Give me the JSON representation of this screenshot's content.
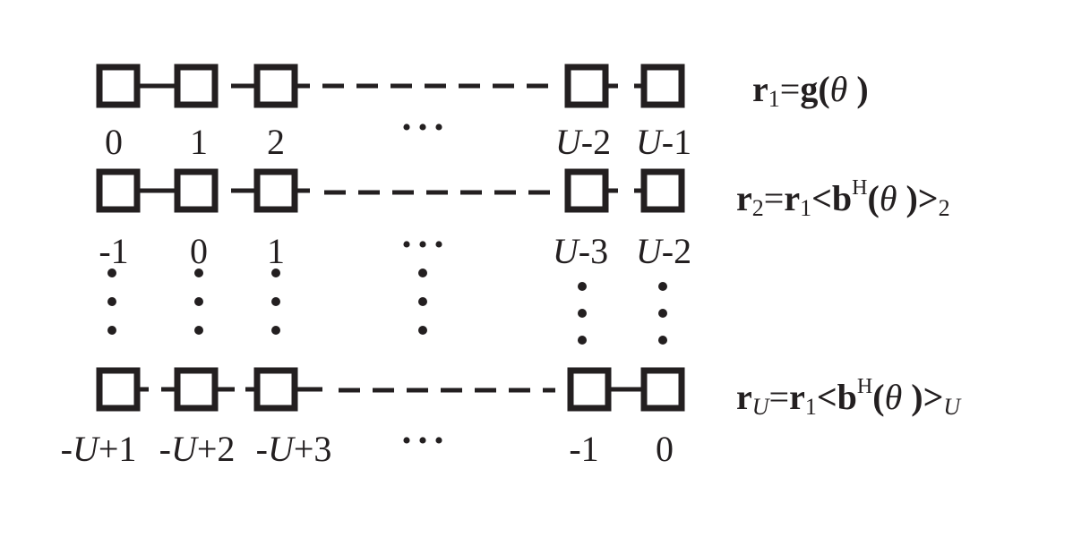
{
  "rows": [
    {
      "id": "row-1",
      "labels": [
        "0",
        "1",
        "2",
        "U-2",
        "U-1"
      ],
      "ellipsis": "• • •",
      "equation": {
        "lhs": "r",
        "lhs_sub": "1",
        "equals": "=",
        "func": "g(",
        "theta": "θ",
        "close": " )"
      }
    },
    {
      "id": "row-2",
      "labels": [
        "-1",
        "0",
        "1",
        "U-3",
        "U-2"
      ],
      "ellipsis": "• • •",
      "equation": {
        "lhs": "r",
        "lhs_sub": "2",
        "equals": "=",
        "r1": "r",
        "r1_sub": "1",
        "lt": "<",
        "b": "b",
        "sup": "H",
        "open": "(",
        "theta": "θ",
        "close": " )>",
        "sub": "2"
      }
    },
    {
      "id": "row-u",
      "labels": [
        "-U+1",
        "-U+2",
        "-U+3",
        "-1",
        "0"
      ],
      "ellipsis": "• • •",
      "equation": {
        "lhs": "r",
        "lhs_sub": "U",
        "equals": "=",
        "r1": "r",
        "r1_sub": "1",
        "lt": "<",
        "b": "b",
        "sup": "H",
        "open": "(",
        "theta": "θ",
        "close": " )>",
        "sub": "U"
      }
    }
  ],
  "colors": {
    "ink": "#231f20"
  }
}
